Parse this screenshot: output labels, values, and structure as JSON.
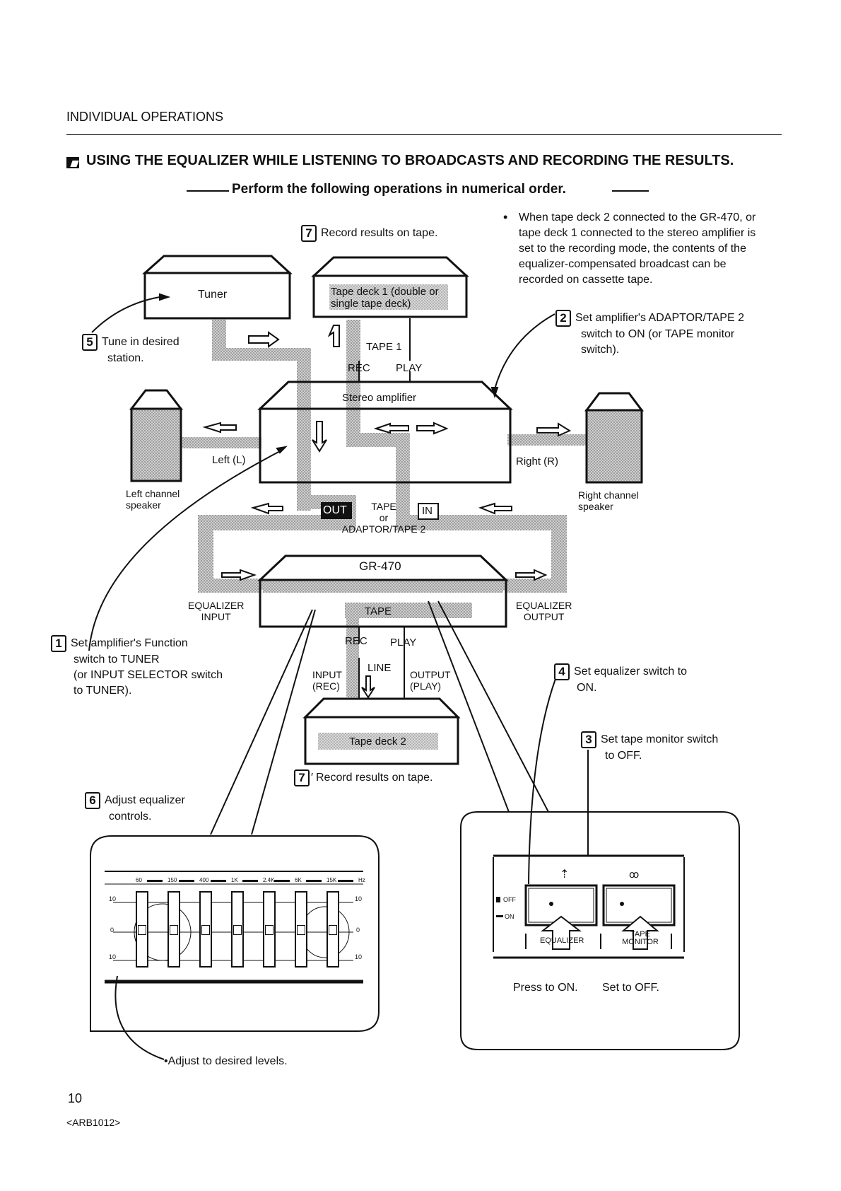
{
  "header": {
    "section": "INDIVIDUAL OPERATIONS",
    "title": "USING THE EQUALIZER WHILE LISTENING TO BROADCASTS AND RECORDING THE RESULTS.",
    "subtitle": "Perform the following operations in numerical order."
  },
  "note": {
    "bullet": "•",
    "lines": [
      "When tape deck 2 connected to the GR-470, or",
      "tape deck 1 connected to the stereo amplifier is",
      "set to the recording mode, the contents of the",
      "equalizer-compensated broadcast can be",
      "recorded on cassette tape."
    ]
  },
  "steps": {
    "s1": {
      "num": "1",
      "lines": [
        "Set amplifier's Function",
        "switch to TUNER",
        "(or INPUT SELECTOR switch",
        "to TUNER)."
      ]
    },
    "s2": {
      "num": "2",
      "lines": [
        "Set amplifier's ADAPTOR/TAPE 2",
        "switch to ON (or TAPE monitor",
        "switch)."
      ]
    },
    "s3": {
      "num": "3",
      "lines": [
        "Set tape monitor switch",
        "to OFF."
      ]
    },
    "s4": {
      "num": "4",
      "lines": [
        "Set equalizer switch to",
        "ON."
      ]
    },
    "s5": {
      "num": "5",
      "lines": [
        "Tune in desired",
        "station."
      ]
    },
    "s6": {
      "num": "6",
      "lines": [
        "Adjust equalizer",
        "controls."
      ]
    },
    "s7": {
      "num": "7",
      "text": "Record results on tape."
    },
    "s7b": {
      "num": "7",
      "prime": "′",
      "text": "Record results on tape."
    }
  },
  "diagram": {
    "tuner": "Tuner",
    "tape_deck_1": [
      "Tape deck 1 (double or",
      "single tape deck)"
    ],
    "tape1": "TAPE 1",
    "rec": "REC",
    "play": "PLAY",
    "stereo_amp": "Stereo amplifier",
    "left": "Left (L)",
    "right": "Right (R)",
    "left_speaker": [
      "Left channel",
      "speaker"
    ],
    "right_speaker": [
      "Right channel",
      "speaker"
    ],
    "out": "OUT",
    "in": "IN",
    "tape_or": [
      "TAPE",
      "or",
      "ADAPTOR/TAPE 2"
    ],
    "gr470": "GR-470",
    "eq_input": [
      "EQUALIZER",
      "INPUT"
    ],
    "eq_output": [
      "EQUALIZER",
      "OUTPUT"
    ],
    "tape": "TAPE",
    "rec2": "REC",
    "play2": "PLAY",
    "line": "LINE",
    "input_rec": [
      "INPUT",
      "(REC)"
    ],
    "output_play": [
      "OUTPUT",
      "(PLAY)"
    ],
    "tape_deck_2": "Tape deck 2"
  },
  "eq_panel": {
    "freqs": [
      "60",
      "150",
      "400",
      "1K",
      "2.4K",
      "6K",
      "15K",
      "Hz"
    ],
    "dB_top": "10",
    "dB_mid": "0",
    "dB_bot": "10",
    "caption": "•Adjust to desired levels."
  },
  "switch_panel": {
    "off": "OFF",
    "on": "ON",
    "equalizer": "EQUALIZER",
    "tape_monitor": [
      "TAPE",
      "MONITOR"
    ],
    "press_on": "Press to ON.",
    "set_off": "Set to OFF."
  },
  "footer": {
    "page": "10",
    "code": "<ARB1012>"
  }
}
